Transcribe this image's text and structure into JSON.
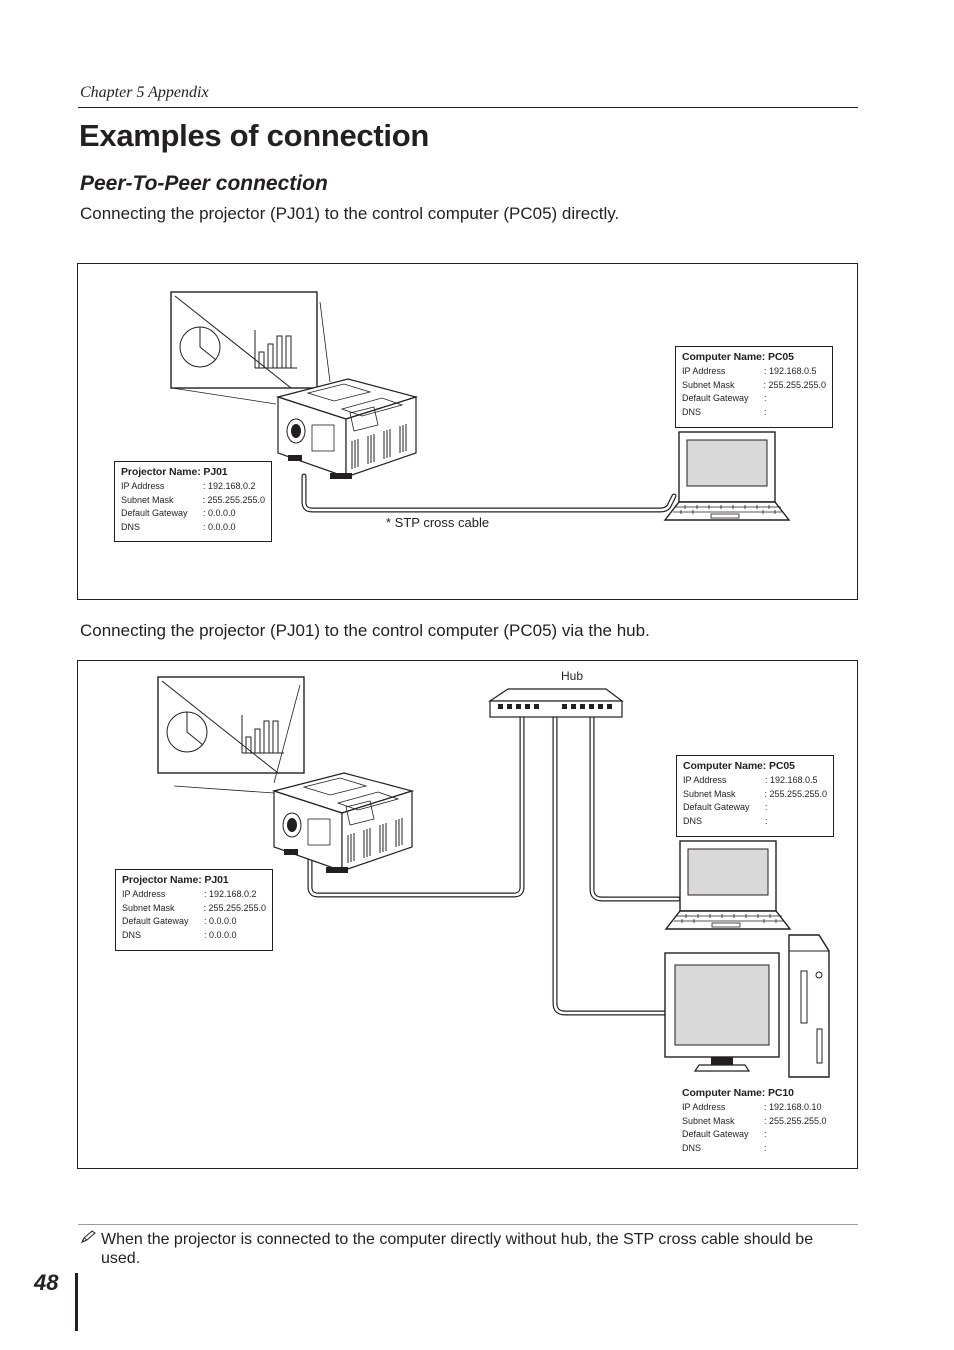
{
  "header": {
    "chapter": "Chapter 5 Appendix"
  },
  "title": "Examples of connection",
  "section": {
    "subtitle": "Peer-To-Peer connection",
    "para_direct": "Connecting the projector (PJ01) to the control computer (PC05) directly.",
    "para_hub": "Connecting the projector (PJ01) to the control computer (PC05) via the hub."
  },
  "diagram1": {
    "projector": {
      "name": "Projector Name: PJ01",
      "rows": [
        {
          "key": "IP Address",
          "value": ": 192.168.0.2"
        },
        {
          "key": "Subnet Mask",
          "value": ": 255.255.255.0"
        },
        {
          "key": "Default Gateway",
          "value": ": 0.0.0.0"
        },
        {
          "key": "DNS",
          "value": ": 0.0.0.0"
        }
      ]
    },
    "computer": {
      "name": "Computer Name: PC05",
      "rows": [
        {
          "key": "IP Address",
          "value": ": 192.168.0.5"
        },
        {
          "key": "Subnet Mask",
          "value": ": 255.255.255.0"
        },
        {
          "key": "Default Gateway",
          "value": ":"
        },
        {
          "key": "DNS",
          "value": ":"
        }
      ]
    },
    "cable_label": "* STP cross cable"
  },
  "diagram2": {
    "hub_label": "Hub",
    "projector": {
      "name": "Projector Name: PJ01",
      "rows": [
        {
          "key": "IP Address",
          "value": ": 192.168.0.2"
        },
        {
          "key": "Subnet Mask",
          "value": ": 255.255.255.0"
        },
        {
          "key": "Default Gateway",
          "value": ": 0.0.0.0"
        },
        {
          "key": "DNS",
          "value": ": 0.0.0.0"
        }
      ]
    },
    "computer1": {
      "name": "Computer Name: PC05",
      "rows": [
        {
          "key": "IP Address",
          "value": ": 192.168.0.5"
        },
        {
          "key": "Subnet Mask",
          "value": ": 255.255.255.0"
        },
        {
          "key": "Default Gateway",
          "value": ":"
        },
        {
          "key": "DNS",
          "value": ":"
        }
      ]
    },
    "computer2": {
      "name": "Computer Name: PC10",
      "rows": [
        {
          "key": "IP Address",
          "value": ": 192.168.0.10"
        },
        {
          "key": "Subnet Mask",
          "value": ": 255.255.255.0"
        },
        {
          "key": "Default Gateway",
          "value": ":"
        },
        {
          "key": "DNS",
          "value": ":"
        }
      ]
    }
  },
  "note": {
    "icon": "pencil-note-icon",
    "text": "When the projector is connected to the computer directly without hub, the STP cross cable should be used."
  },
  "page_number": "48"
}
